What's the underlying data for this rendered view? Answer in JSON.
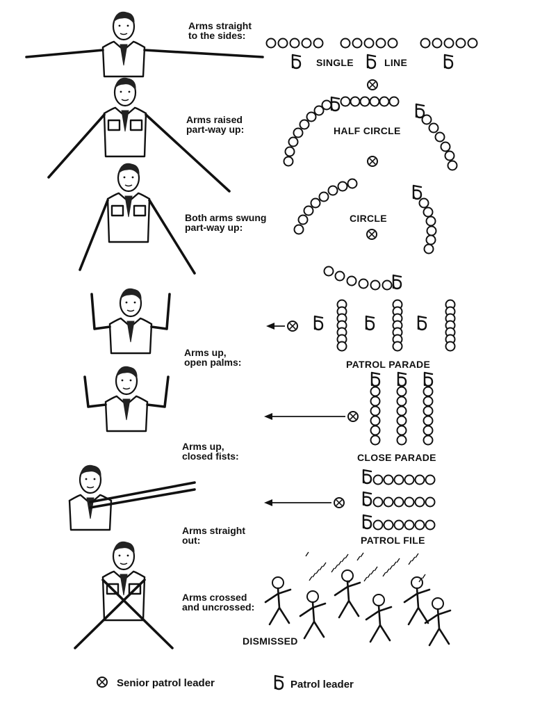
{
  "signals": [
    {
      "id": "single-line",
      "label": "Arms straight\nto the sides:",
      "formation": "SINGLE LINE",
      "formation_parts": [
        "SINGLE",
        "LINE"
      ]
    },
    {
      "id": "half-circle",
      "label": "Arms raised\npart-way up:",
      "formation": "HALF CIRCLE"
    },
    {
      "id": "circle",
      "label": "Both arms swung\npart-way up:",
      "formation": "CIRCLE"
    },
    {
      "id": "patrol-parade",
      "label": "Arms up,\nopen palms:",
      "formation": "PATROL PARADE"
    },
    {
      "id": "close-parade",
      "label": "Arms up,\nclosed fists:",
      "formation": "CLOSE PARADE"
    },
    {
      "id": "patrol-file",
      "label": "Arms straight\nout:",
      "formation": "PATROL FILE"
    },
    {
      "id": "dismissed",
      "label": "Arms crossed\nand uncrossed:",
      "formation": "DISMISSED"
    }
  ],
  "legend": {
    "senior_patrol_leader": "Senior patrol leader",
    "patrol_leader": "Patrol leader"
  },
  "icons": {
    "senior": "circled-x-icon",
    "leader": "flag-six-icon",
    "scout": "ring-icon"
  }
}
